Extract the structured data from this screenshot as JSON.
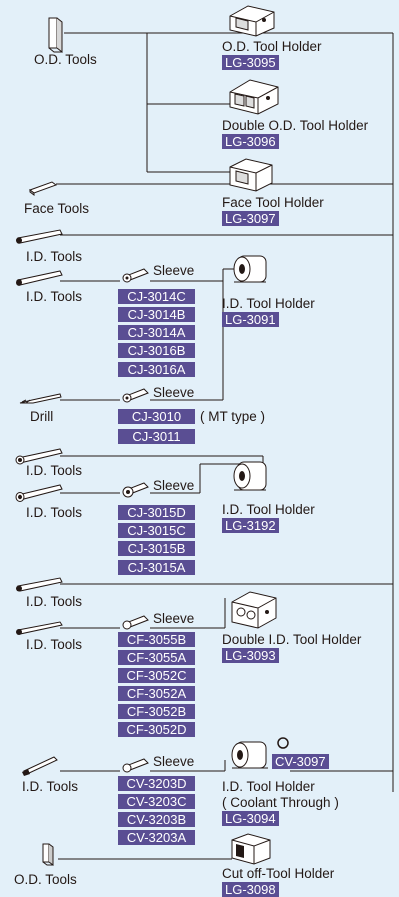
{
  "colors": {
    "background": "#e3f0f9",
    "code_badge": "#5a4e93",
    "line": "#231815",
    "icon_fill": "#ffffff",
    "icon_stroke": "#231815"
  },
  "tools": {
    "od_tools_top": "O.D. Tools",
    "face_tools": "Face Tools",
    "id_tools_1": "I.D. Tools",
    "id_tools_2": "I.D. Tools",
    "drill": "Drill",
    "id_tools_3": "I.D. Tools",
    "id_tools_4": "I.D. Tools",
    "id_tools_5": "I.D. Tools",
    "id_tools_6": "I.D. Tools",
    "id_tools_7": "I.D. Tools",
    "od_tools_bottom": "O.D. Tools"
  },
  "sleeves": {
    "label": "Sleeve",
    "group1": [
      "CJ-3014C",
      "CJ-3014B",
      "CJ-3014A",
      "CJ-3016B",
      "CJ-3016A"
    ],
    "drill_group": [
      "CJ-3010",
      "CJ-3011"
    ],
    "drill_note": "( MT type )",
    "group2": [
      "CJ-3015D",
      "CJ-3015C",
      "CJ-3015B",
      "CJ-3015A"
    ],
    "group3": [
      "CF-3055B",
      "CF-3055A",
      "CF-3052C",
      "CF-3052A",
      "CF-3052B",
      "CF-3052D"
    ],
    "group4": [
      "CV-3203D",
      "CV-3203C",
      "CV-3203B",
      "CV-3203A"
    ]
  },
  "holders": {
    "od": {
      "name": "O.D. Tool Holder",
      "code": "LG-3095"
    },
    "double_od": {
      "name": "Double O.D. Tool Holder",
      "code": "LG-3096"
    },
    "face": {
      "name": "Face Tool Holder",
      "code": "LG-3097"
    },
    "id1": {
      "name": "I.D. Tool Holder",
      "code": "LG-3091"
    },
    "id2": {
      "name": "I.D. Tool Holder",
      "code": "LG-3192"
    },
    "double_id": {
      "name": "Double I.D. Tool Holder",
      "code": "LG-3093"
    },
    "coolant": {
      "name": "I.D. Tool Holder",
      "note": "( Coolant Through )",
      "code": "LG-3094",
      "oring_code": "CV-3097"
    },
    "cutoff": {
      "name": "Cut off-Tool Holder",
      "code": "LG-3098"
    }
  }
}
